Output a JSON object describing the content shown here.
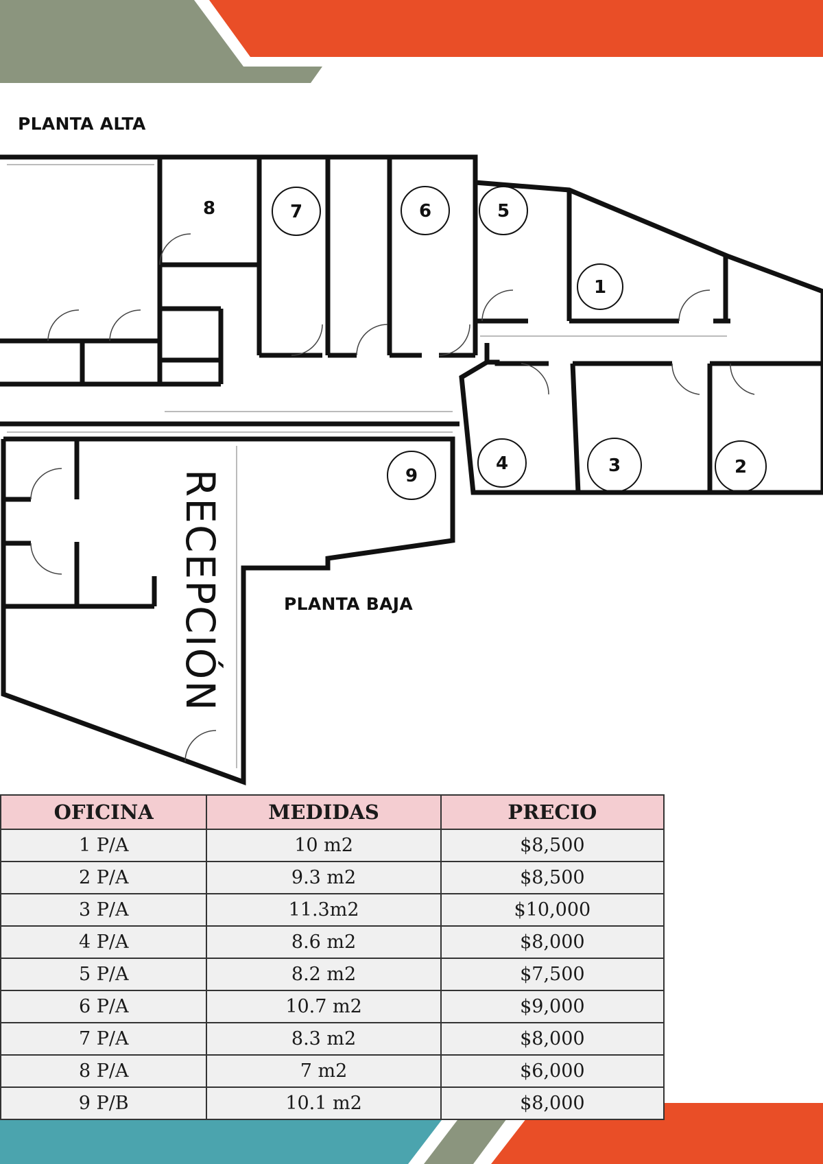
{
  "page": {
    "upper_floor_title": "PLANTA ALTA",
    "lower_floor_title": "PLANTA BAJA",
    "reception_label": "RECEPCIÓN"
  },
  "colors": {
    "orange": "#e94e27",
    "sage": "#8b957e",
    "teal": "#4ba4ae",
    "header_row": "#f4cdd1",
    "body_row": "#f0f0f0"
  },
  "room_markers": [
    "8",
    "7",
    "6",
    "5",
    "1",
    "4",
    "3",
    "2",
    "9"
  ],
  "table": {
    "headers": [
      "OFICINA",
      "MEDIDAS",
      "PRECIO"
    ],
    "rows": [
      [
        "1 P/A",
        "10 m2",
        "$8,500"
      ],
      [
        "2 P/A",
        "9.3 m2",
        "$8,500"
      ],
      [
        "3 P/A",
        "11.3m2",
        "$10,000"
      ],
      [
        "4 P/A",
        "8.6 m2",
        "$8,000"
      ],
      [
        "5 P/A",
        "8.2 m2",
        "$7,500"
      ],
      [
        "6 P/A",
        "10.7 m2",
        "$9,000"
      ],
      [
        "7 P/A",
        "8.3 m2",
        "$8,000"
      ],
      [
        "8 P/A",
        "7 m2",
        "$6,000"
      ],
      [
        "9 P/B",
        "10.1 m2",
        "$8,000"
      ]
    ]
  }
}
